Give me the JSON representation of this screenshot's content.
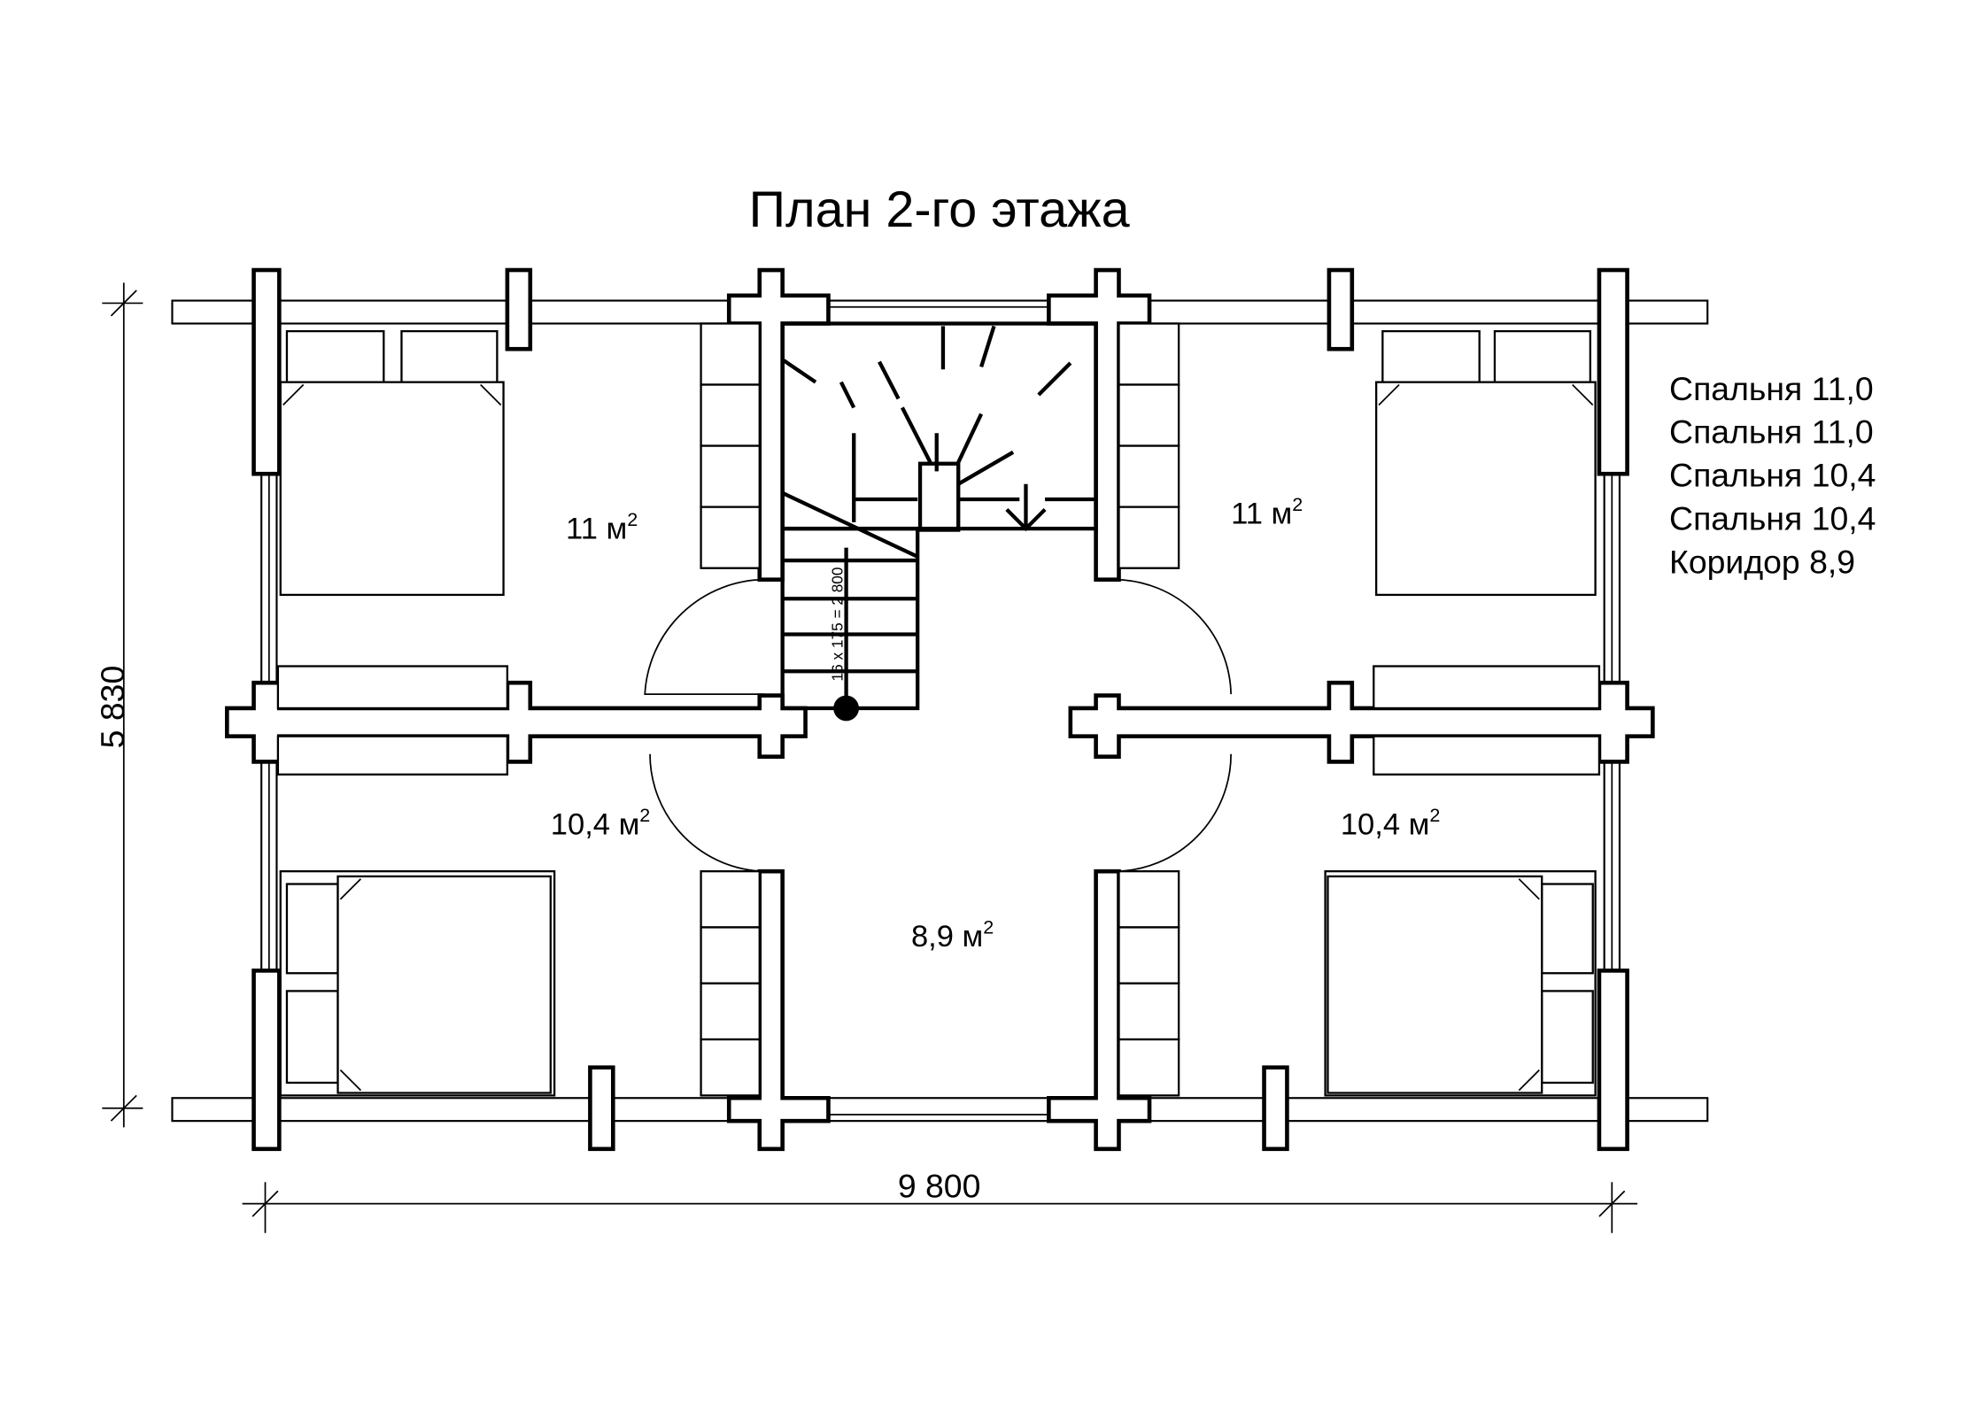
{
  "title": "План 2-го этажа",
  "rooms": {
    "bedroom_top_left": {
      "area": "11 м",
      "sup": "2"
    },
    "bedroom_top_right": {
      "area": "11 м",
      "sup": "2"
    },
    "bedroom_bottom_left": {
      "area": "10,4 м",
      "sup": "2"
    },
    "bedroom_bottom_right": {
      "area": "10,4 м",
      "sup": "2"
    },
    "corridor": {
      "area": "8,9 м",
      "sup": "2"
    }
  },
  "legend": [
    "Спальня 11,0",
    "Спальня 11,0",
    "Спальня 10,4",
    "Спальня 10,4",
    "Коридор 8,9"
  ],
  "dimensions": {
    "width": "9 800",
    "height": "5 830"
  },
  "stair_label": "16 x 175 = 2 800"
}
